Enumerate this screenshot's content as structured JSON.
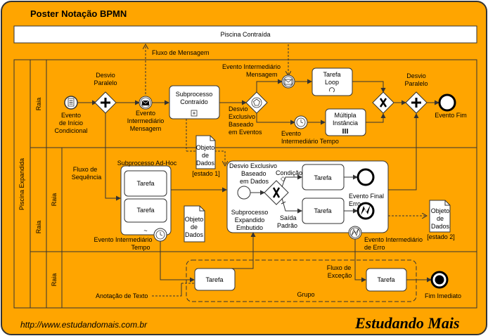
{
  "title": "Poster Notação BPMN",
  "footer": {
    "url": "http://www.estudandomais.com.br",
    "brand": "Estudando Mais"
  },
  "pools": {
    "collapsed": "Piscina Contraída",
    "expanded": "Piscina Expandida"
  },
  "lanes": {
    "lane_label": "Raia"
  },
  "labels": {
    "msg_flow": "Fluxo de Mensagem",
    "start_cond": [
      "Evento",
      "de Início",
      "Condicional"
    ],
    "gw_parallel_1": [
      "Desvio",
      "Paralelo"
    ],
    "ev_msg_1": [
      "Evento",
      "Intermediário",
      "Mensagem"
    ],
    "subproc_collapsed": [
      "Subprocesso",
      "Contraído"
    ],
    "ev_msg_2": [
      "Evento Intermediário",
      "Mensagem"
    ],
    "gw_event": [
      "Desvio",
      "Exclusivo",
      "Baseado",
      "em Eventos"
    ],
    "task_loop": [
      "Tarefa",
      "Loop"
    ],
    "ev_timer_1": [
      "Evento",
      "Intermediário Tempo"
    ],
    "task_multi": [
      "Múltipla",
      "Instância"
    ],
    "gw_parallel_2": [
      "Desvio",
      "Paralelo"
    ],
    "end_event": "Evento Fim",
    "data_obj_1": [
      "Objeto",
      "de",
      "Dados"
    ],
    "state_1": "[estado 1]",
    "seq_flow": [
      "Fluxo de",
      "Sequência"
    ],
    "adhoc": "Subprocesso Ad-Hoc",
    "task": "Tarefa",
    "ev_timer_2": [
      "Evento Intermediário",
      "Tempo"
    ],
    "data_obj_2": [
      "Objeto",
      "de",
      "Dados"
    ],
    "gw_data": [
      "Desvio Exclusivo",
      "Baseado",
      "em Dados"
    ],
    "condition": "Condição",
    "default_exit": [
      "Saída",
      "Padrão"
    ],
    "subproc_expanded": [
      "Subprocesso",
      "Expandido",
      "Embutido"
    ],
    "end_error": [
      "Evento Final",
      "Erro"
    ],
    "ev_error": [
      "Evento Intermediário",
      "de Erro"
    ],
    "data_obj_3": [
      "Objeto",
      "de",
      "Dados"
    ],
    "state_2": "[estado 2]",
    "exception_flow": [
      "Fluxo de",
      "Exceção"
    ],
    "text_annotation": "Anotação de Texto",
    "group": "Grupo",
    "end_terminate": "Fim Imediato"
  },
  "colors": {
    "background": "#FFA500",
    "frame": "#333333",
    "white": "#FFFFFF",
    "black": "#000000"
  }
}
